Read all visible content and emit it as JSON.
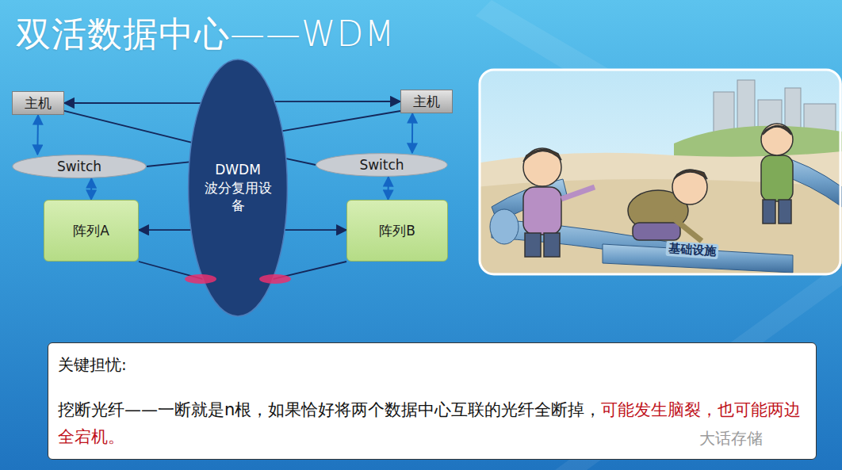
{
  "diagram": {
    "title": "双活数据中心——WDM",
    "nodes": [
      {
        "text": [
          "主机"
        ]
      },
      {
        "text": [
          "DWDM",
          "波分复用设备"
        ]
      },
      {
        "text": [
          "主机"
        ]
      },
      {
        "text": [
          "Switch"
        ]
      },
      {
        "text": [
          "Switch"
        ]
      },
      {
        "text": [
          "阵列A"
        ]
      },
      {
        "text": [
          "阵列B"
        ]
      },
      {
        "text": [
          "关键担忧:",
          "挖断光纤——一断就是n根，如果恰好将两个数据中心互联的光纤全断掉，",
          "可能发生脑裂，也可能两边全宕机。"
        ]
      }
    ],
    "edges": [
      {
        "from": 1,
        "to": 0,
        "arrow": "to"
      },
      {
        "from": 1,
        "to": 2,
        "arrow": "to"
      },
      {
        "from": 0,
        "to": 3,
        "arrow": "both"
      },
      {
        "from": 3,
        "to": 5,
        "arrow": "both"
      },
      {
        "from": 2,
        "to": 4,
        "arrow": "both"
      },
      {
        "from": 4,
        "to": 6,
        "arrow": "both"
      },
      {
        "from": 0,
        "to": 1,
        "arrow": "none"
      },
      {
        "from": 3,
        "to": 1,
        "arrow": "none"
      },
      {
        "from": 1,
        "to": 2,
        "arrow": "none"
      },
      {
        "from": 1,
        "to": 4,
        "arrow": "none"
      },
      {
        "from": 1,
        "to": 5,
        "arrow": "to"
      },
      {
        "from": 1,
        "to": 6,
        "arrow": "to"
      },
      {
        "from": 5,
        "to": 1,
        "arrow": "none"
      },
      {
        "from": 6,
        "to": 1,
        "arrow": "none"
      }
    ],
    "labels": [
      "基础设施",
      "大话存储"
    ]
  }
}
